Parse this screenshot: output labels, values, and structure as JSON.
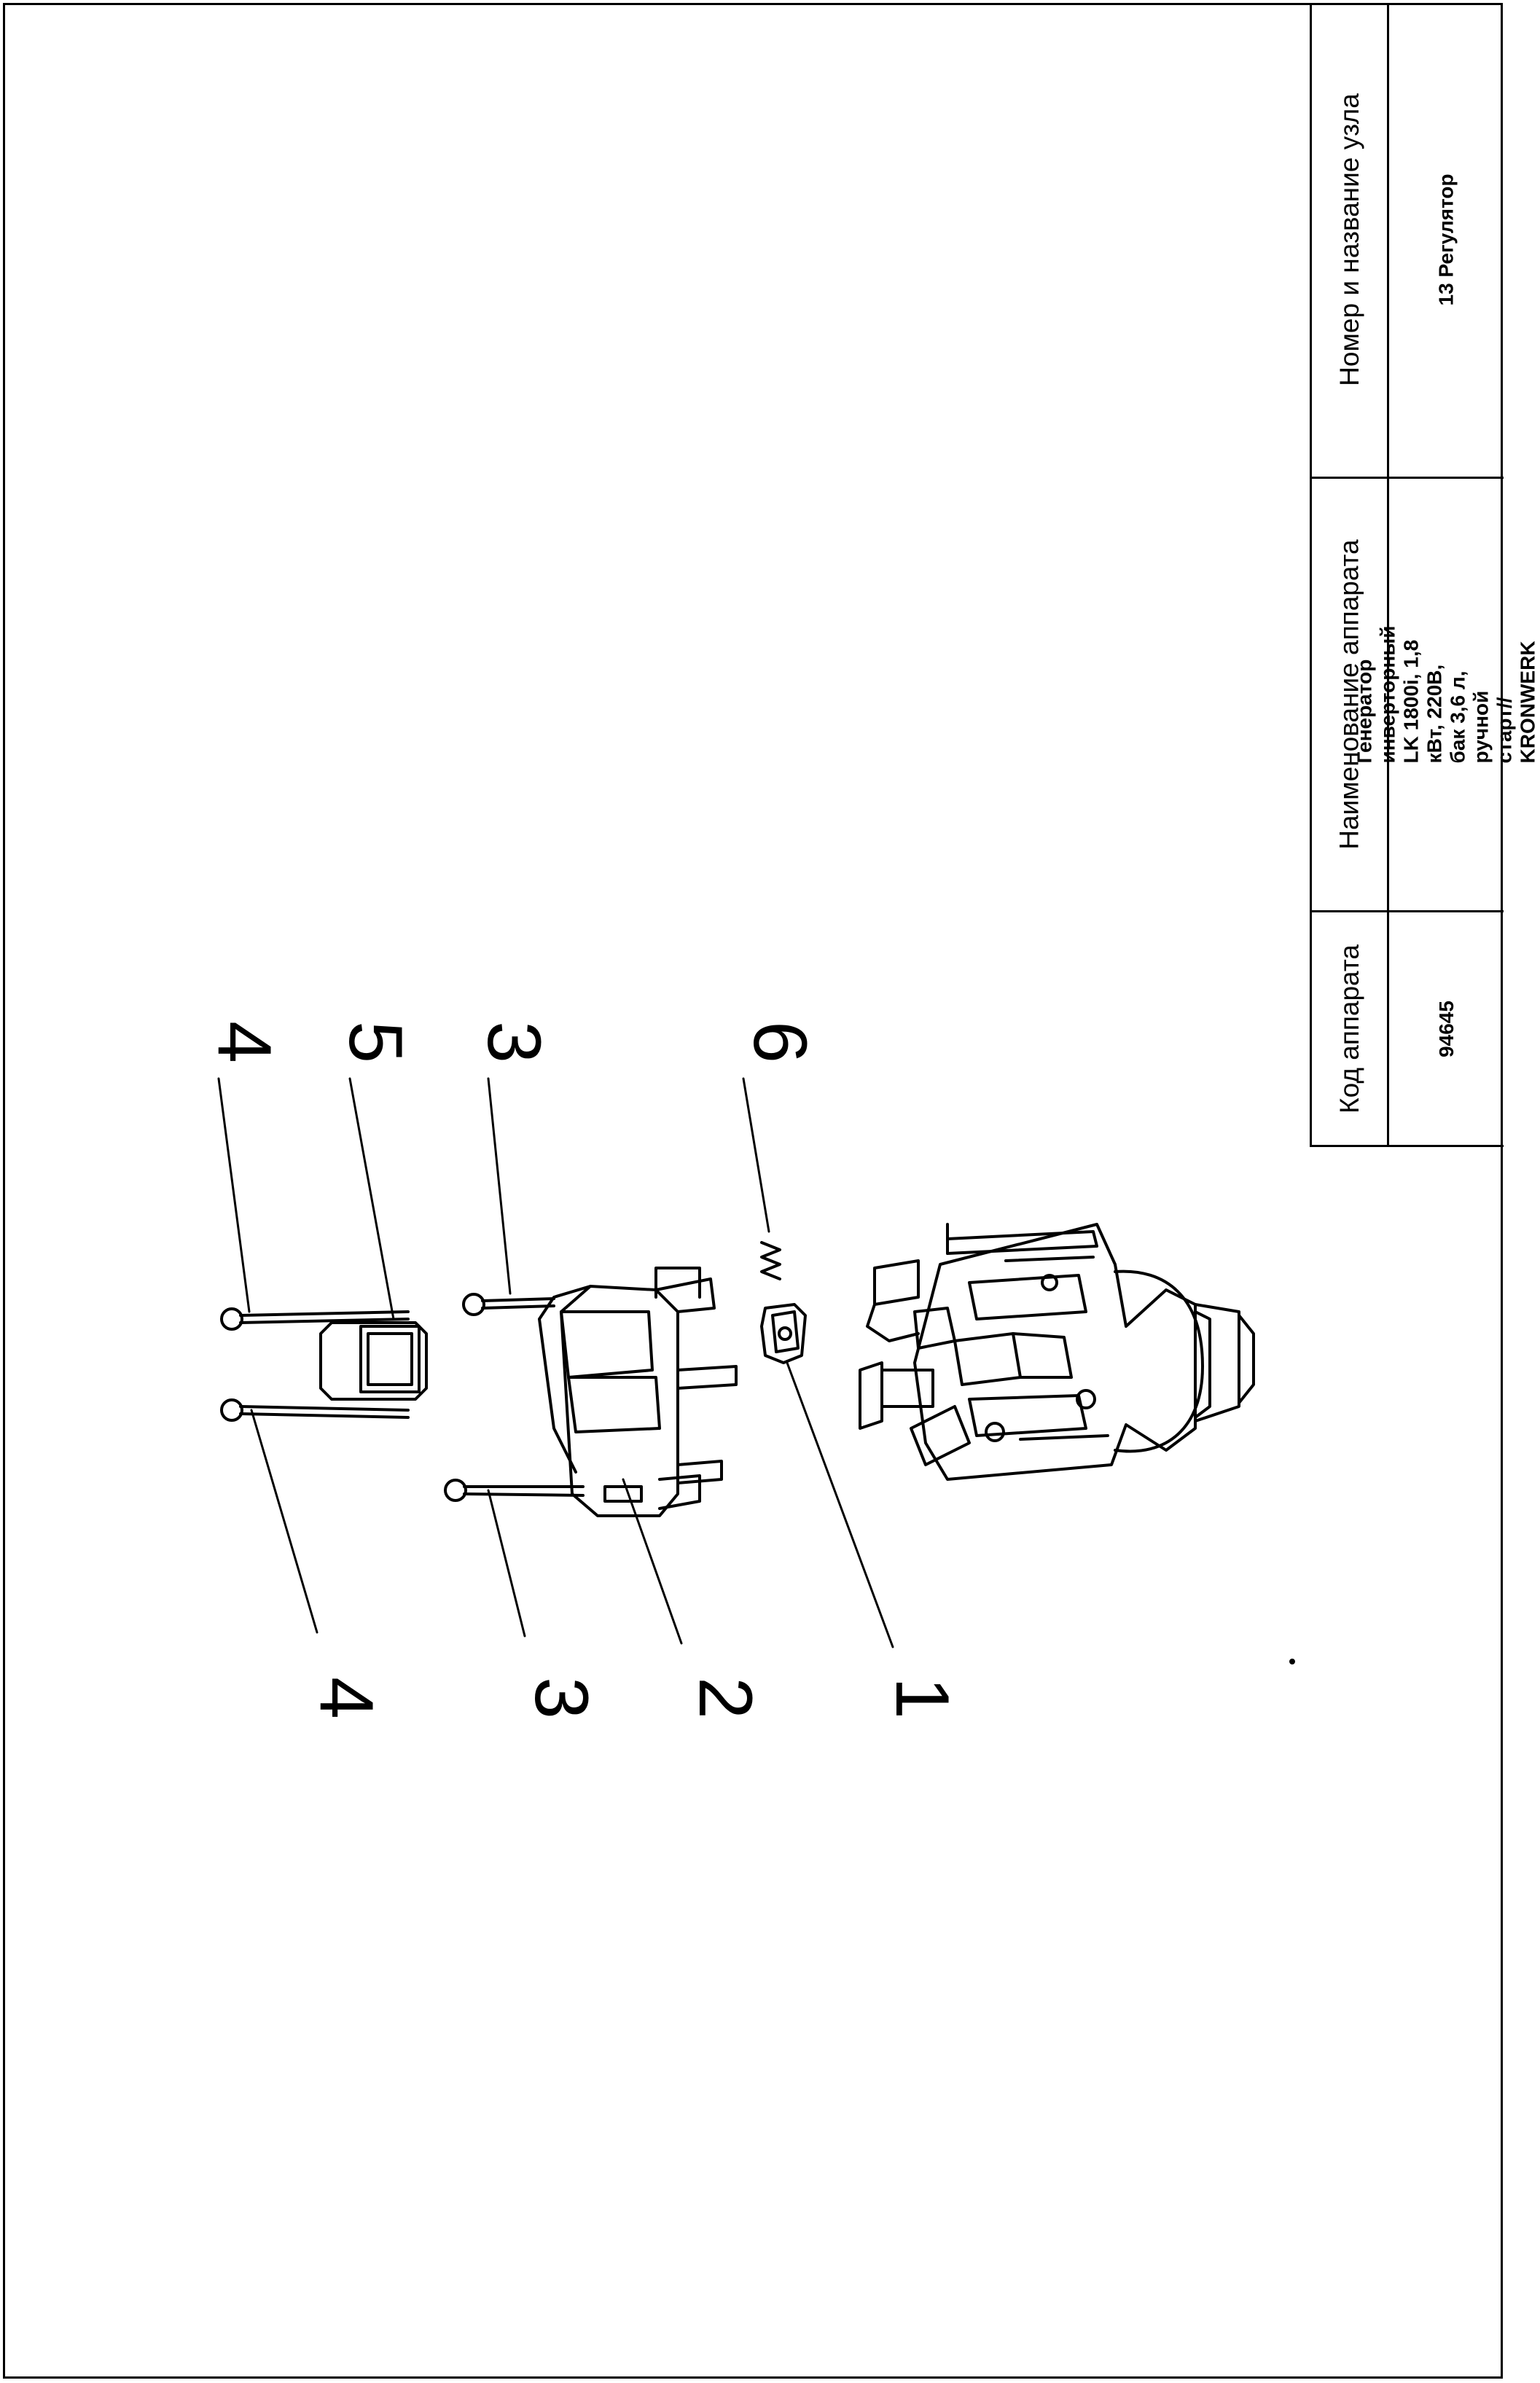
{
  "title_block": {
    "headers": {
      "code": "Код аппарата",
      "name": "Наименование аппарата",
      "unit": "Номер и название узла"
    },
    "values": {
      "code": "94645",
      "name": "Генератор инверторный LK 1800i, 1,8 кВт, 220В, бак 3,6 л, ручной старт// KRONWERK",
      "unit": "13 Регулятор"
    }
  },
  "callouts": {
    "top": [
      "4",
      "5",
      "3",
      "6"
    ],
    "bottom": [
      "4",
      "3",
      "2",
      "1"
    ]
  },
  "colors": {
    "line": "#000000",
    "background": "#ffffff"
  }
}
